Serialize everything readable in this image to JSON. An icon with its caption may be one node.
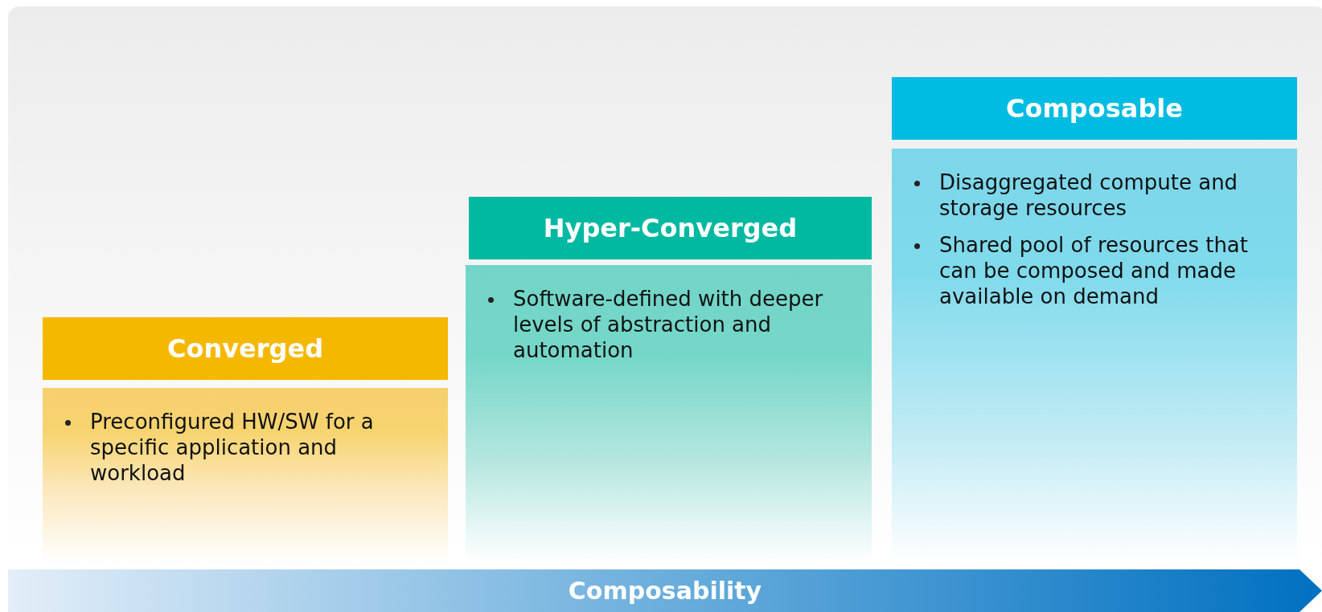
{
  "diagram": {
    "nodes": [
      {
        "text": [
          "Converged"
        ]
      },
      {
        "text": [
          "Preconfigured HW/SW for a specific application and workload"
        ]
      },
      {
        "text": [
          "Hyper-Converged"
        ]
      },
      {
        "text": [
          "Software-defined with deeper levels of abstraction and automation"
        ]
      },
      {
        "text": [
          "Composable"
        ]
      },
      {
        "text": [
          "Disaggregated compute and storage resources",
          "Shared pool of resources that can be composed and made available on demand"
        ]
      },
      {
        "text": [
          "Composability"
        ]
      }
    ]
  }
}
